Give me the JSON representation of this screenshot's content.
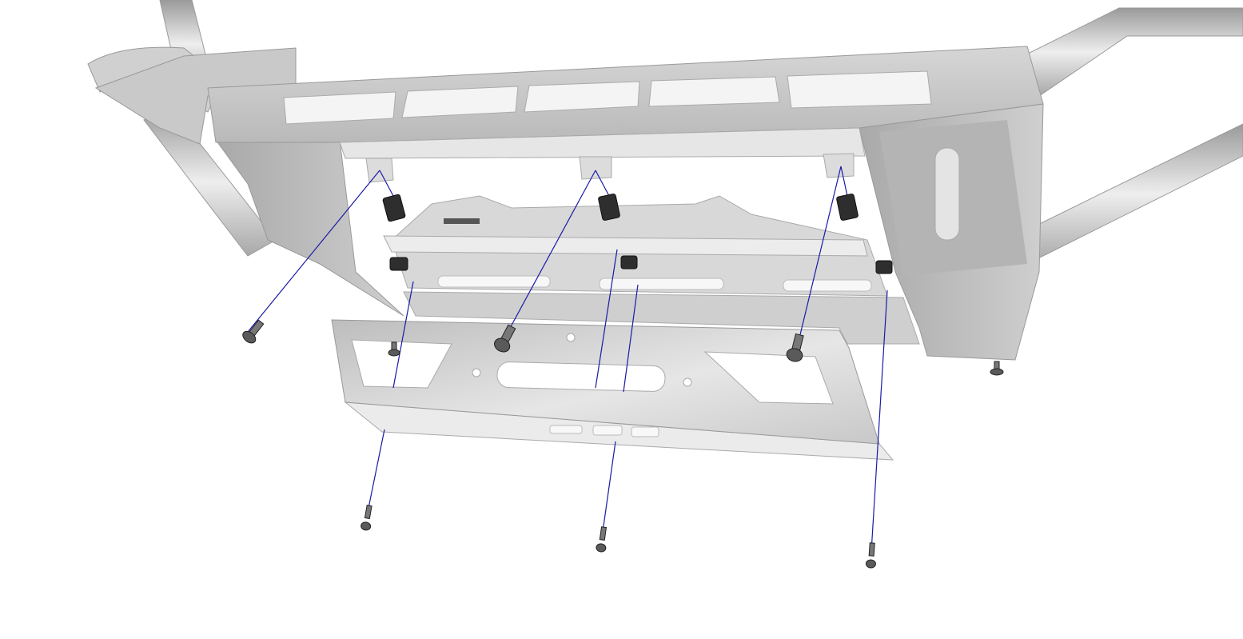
{
  "diagram": {
    "type": "exploded-assembly-view",
    "colors": {
      "background": "#ffffff",
      "metal_light": "#e2e2e2",
      "metal_mid": "#c4c4c4",
      "metal_dark": "#9e9e9e",
      "fastener": "#3a3a3a",
      "guide_line": "#1a1aa8"
    },
    "parts": [
      "frame",
      "skid-plate",
      "bolts",
      "cage-nuts"
    ]
  }
}
